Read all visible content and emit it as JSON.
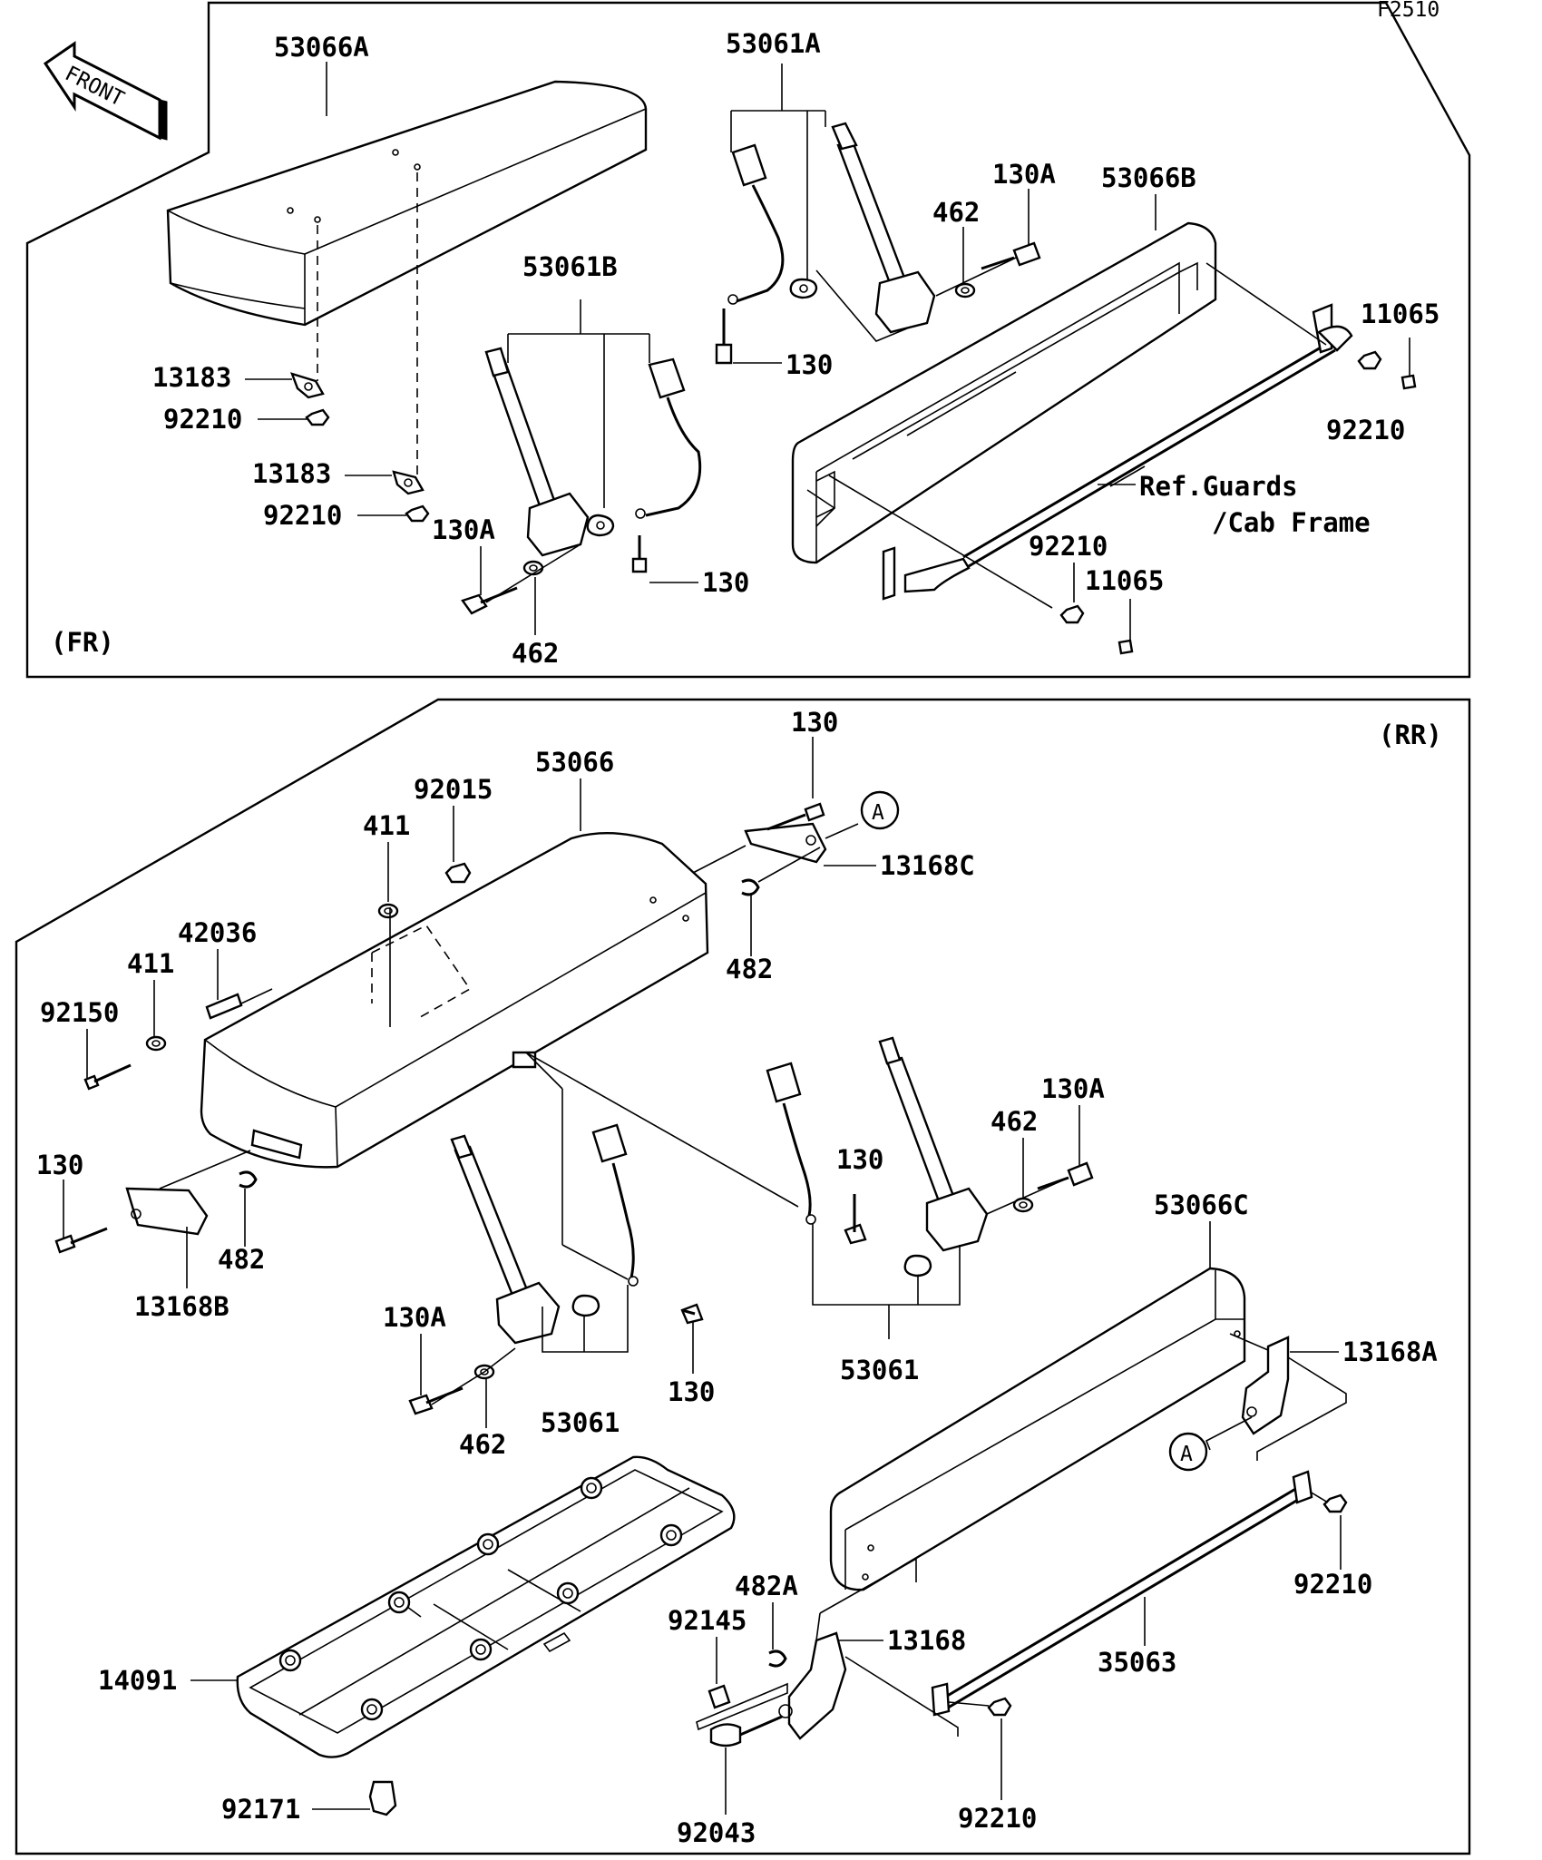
{
  "diagram_code": "F2510",
  "front_arrow_text": "FRONT",
  "sections": {
    "fr": "(FR)",
    "rr": "(RR)"
  },
  "reference_note": {
    "line1": "Ref.Guards",
    "line2": "/Cab Frame"
  },
  "callout_letter": "A",
  "labels": {
    "fr_53066A": "53066A",
    "fr_53061A": "53061A",
    "fr_130A_top": "130A",
    "fr_462_top": "462",
    "fr_53066B": "53066B",
    "fr_11065_top": "11065",
    "fr_53061B": "53061B",
    "fr_130_top": "130",
    "fr_13183_a": "13183",
    "fr_92210_a": "92210",
    "fr_13183_b": "13183",
    "fr_92210_b": "92210",
    "fr_92210_right": "92210",
    "fr_130A_bottom": "130A",
    "fr_130_bottom": "130",
    "fr_462_bottom": "462",
    "fr_92210_mid": "92210",
    "fr_11065_bottom": "11065",
    "rr_130_top": "130",
    "rr_53066": "53066",
    "rr_92015": "92015",
    "rr_411_top": "411",
    "rr_13168C": "13168C",
    "rr_482_top": "482",
    "rr_42036": "42036",
    "rr_411_left": "411",
    "rr_92150": "92150",
    "rr_130A_right": "130A",
    "rr_462_right": "462",
    "rr_130_mid": "130",
    "rr_130_left": "130",
    "rr_482_left": "482",
    "rr_13168B": "13168B",
    "rr_53066C": "53066C",
    "rr_130A_left": "130A",
    "rr_13168A": "13168A",
    "rr_53061_right": "53061",
    "rr_130_center": "130",
    "rr_462_left": "462",
    "rr_53061_center": "53061",
    "rr_92210_right": "92210",
    "rr_482A": "482A",
    "rr_92145": "92145",
    "rr_13168": "13168",
    "rr_35063": "35063",
    "rr_14091": "14091",
    "rr_92171": "92171",
    "rr_92043": "92043",
    "rr_92210_bottom": "92210"
  }
}
